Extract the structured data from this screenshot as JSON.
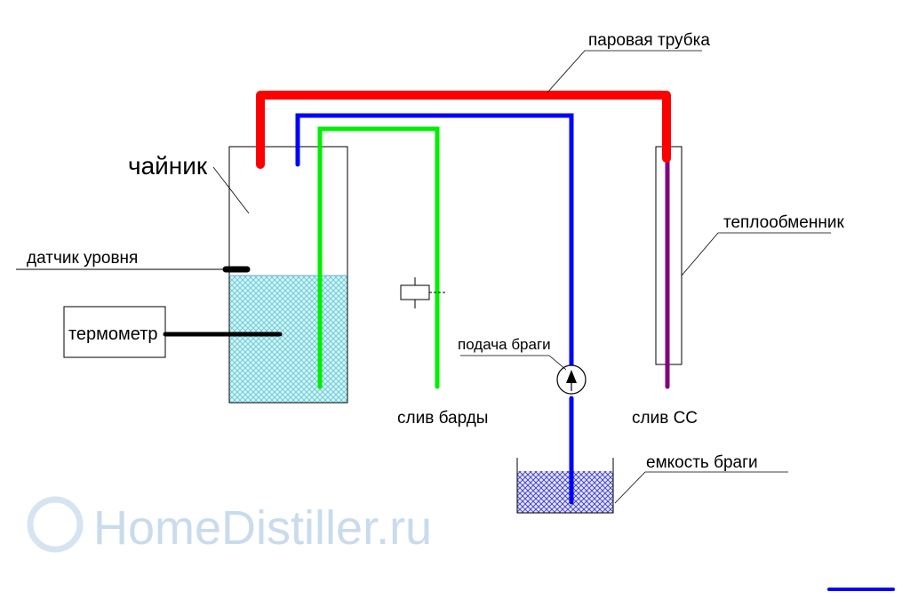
{
  "watermark": "HomeDistiller.ru",
  "labels": {
    "kettle": "чайник",
    "steam_pipe": "паровая трубка",
    "level_sensor": "датчик уровня",
    "thermometer": "термометр",
    "heat_exchanger": "теплообменник",
    "stillage_drain": "слив барды",
    "distillate_drain": "слив СС",
    "mash_feed": "подача браги",
    "mash_tank": "емкость браги"
  },
  "colors": {
    "steam": "#ff0000",
    "mash": "#0000ff",
    "stillage": "#00ff00",
    "distillate": "#800080",
    "liquid": "#aee8ef",
    "tank_liquid": "#3a3acc"
  }
}
